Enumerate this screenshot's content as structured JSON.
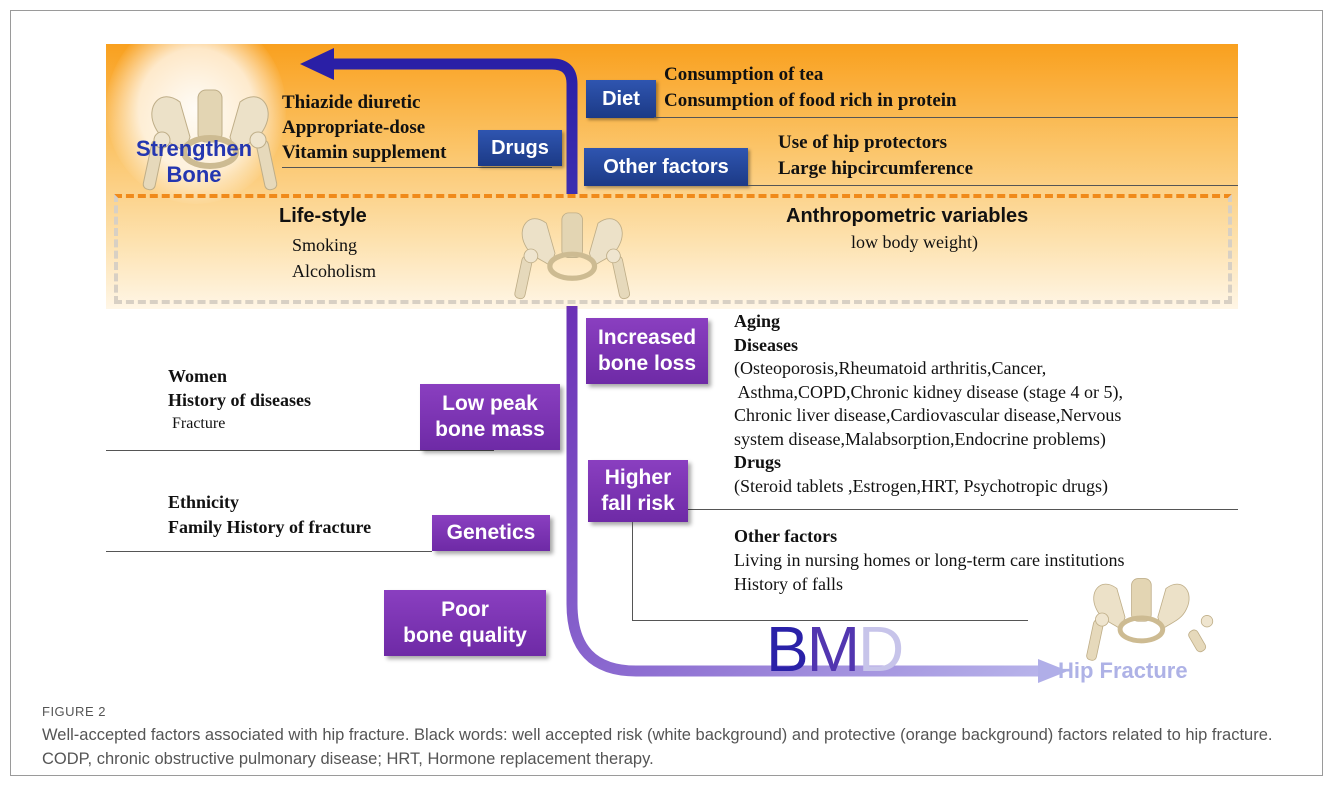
{
  "diagram": {
    "strengthen": [
      "Strengthen",
      "Bone"
    ],
    "diet_box": "Diet",
    "diet_items": [
      "Consumption of tea",
      "Consumption of food rich in protein"
    ],
    "drugs_box": "Drugs",
    "drugs_items": [
      "Thiazide diuretic",
      "Appropriate-dose",
      "Vitamin supplement"
    ],
    "other_box": "Other factors",
    "other_items": [
      "Use of hip protectors",
      "Large hipcircumference"
    ],
    "lifestyle_title": "Life-style",
    "lifestyle_items": [
      "Smoking",
      "Alcoholism"
    ],
    "anthro_title": "Anthropometric variables",
    "anthro_items": [
      "low body weight)"
    ],
    "increased_box": [
      "Increased",
      "bone loss"
    ],
    "aging": "Aging",
    "diseases_title": "Diseases",
    "diseases_lines": [
      "(Osteoporosis,Rheumatoid arthritis,Cancer,",
      " Asthma,COPD,Chronic kidney disease (stage 4 or 5),",
      "Chronic liver disease,Cardiovascular disease,Nervous",
      "system disease,Malabsorption,Endocrine problems)"
    ],
    "drugs_title": "Drugs",
    "drugs_line": "(Steroid tablets ,Estrogen,HRT, Psychotropic drugs)",
    "other_title": "Other factors",
    "other_lines": [
      "Living in nursing homes or long-term care institutions",
      "History of falls"
    ],
    "higher_box": [
      "Higher",
      "fall risk"
    ],
    "women": "Women",
    "history_diseases": "History of diseases",
    "fracture": "Fracture",
    "low_peak_box": [
      "Low peak",
      "bone mass"
    ],
    "ethnicity": "Ethnicity",
    "family_history": "Family History of fracture",
    "genetics_box": "Genetics",
    "poor_box": [
      "Poor",
      "bone quality"
    ],
    "bmd": [
      "B",
      "M",
      "D"
    ],
    "hip_fracture": "Hip Fracture"
  },
  "caption": {
    "label": "FIGURE 2",
    "text": "Well-accepted factors associated with hip fracture. Black words: well accepted risk (white background) and protective (orange background) factors related to hip fracture. CODP, chronic obstructive pulmonary disease; HRT, Hormone replacement therapy."
  }
}
